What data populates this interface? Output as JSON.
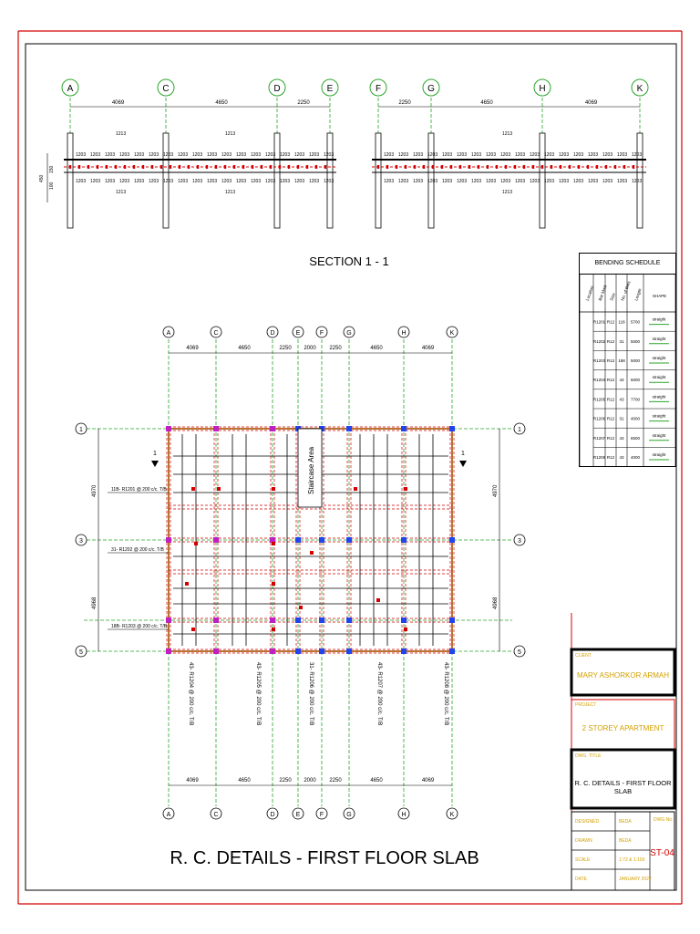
{
  "section": {
    "title": "SECTION 1 - 1",
    "grid_top_left": [
      "A",
      "C",
      "D",
      "E"
    ],
    "grid_top_right": [
      "F",
      "G",
      "H",
      "K"
    ],
    "dims_left": [
      "4069",
      "4650",
      "2250"
    ],
    "dims_right": [
      "2250",
      "4650",
      "4069"
    ],
    "bar_label": "1203",
    "bar_label_alt": "1213",
    "level_labels": [
      "450",
      "150",
      "100"
    ]
  },
  "plan": {
    "title": "R. C. DETAILS - FIRST FLOOR SLAB",
    "grid_cols": [
      "A",
      "C",
      "D",
      "E",
      "F",
      "G",
      "H",
      "K"
    ],
    "dims": [
      "4069",
      "4650",
      "2250",
      "2000",
      "2250",
      "4650",
      "4069"
    ],
    "grid_rows": [
      "1",
      "3",
      "5"
    ],
    "side_dims": [
      "4970",
      "4968"
    ],
    "staircase_label": "Staircase Area",
    "section_marker": "1",
    "notes_left": [
      "11B- R1201 @ 200 c/c. T/B",
      "31- R1202 @ 200 c/c. T/B",
      "18B- R1203 @ 200 c/c. T/B"
    ],
    "notes_bottom": [
      "43- R1204 @ 200 c/c. T/B",
      "43- R1205 @ 200 c/c. T/B",
      "31- R1206 @ 200 c/c. T/B",
      "43- R1207 @ 200 c/c. T/B",
      "43- R1208 @ 200 c/c. T/B"
    ]
  },
  "bending_schedule": {
    "title": "BENDING SCHEDULE",
    "headers": [
      "Location",
      "Bar Mark",
      "Size",
      "No. of Bars",
      "Length",
      "SHAPE"
    ],
    "rows": [
      {
        "mark": "R1201",
        "size": "R12",
        "no": "118",
        "length": "5700",
        "shape": "straight"
      },
      {
        "mark": "R1202",
        "size": "R12",
        "no": "31",
        "length": "5000",
        "shape": "straight"
      },
      {
        "mark": "R1203",
        "size": "R12",
        "no": "188",
        "length": "5000",
        "shape": "straight"
      },
      {
        "mark": "R1204",
        "size": "R12",
        "no": "43",
        "length": "5000",
        "shape": "straight"
      },
      {
        "mark": "R1205",
        "size": "R12",
        "no": "43",
        "length": "7700",
        "shape": "straight"
      },
      {
        "mark": "R1206",
        "size": "R12",
        "no": "31",
        "length": "4000",
        "shape": "straight"
      },
      {
        "mark": "R1207",
        "size": "R12",
        "no": "43",
        "length": "6500",
        "shape": "straight"
      },
      {
        "mark": "R1208",
        "size": "R12",
        "no": "43",
        "length": "4000",
        "shape": "straight"
      }
    ]
  },
  "title_block": {
    "client_label": "CLIENT",
    "client": "MARY ASHORKOR ARMAH",
    "project_label": "PROJECT",
    "project": "2 STOREY APARTMENT",
    "dwg_title_label": "DWG. TITLE",
    "dwg_title": "R. C. DETAILS - FIRST FLOOR SLAB",
    "designed_label": "DESIGNED",
    "designed": "BEDA",
    "drawn_label": "DRAWN",
    "drawn": "BEDA",
    "scale_label": "SCALE",
    "scale": "1:72 & 1:100",
    "date_label": "DATE",
    "date": "JANUARY 2022",
    "dwg_no_label": "DWG No.",
    "dwg_no": "ST-04"
  },
  "colors": {
    "frame": "#d40000",
    "grid": "#2aa52a",
    "rebar": "#d40000",
    "column": "#2244ee",
    "beam": "#000000",
    "accent": "#d4a000"
  }
}
